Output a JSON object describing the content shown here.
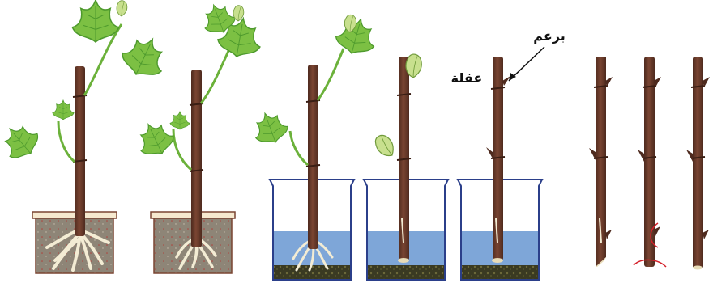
{
  "labels": {
    "bud": "برعم",
    "cutting": "عقلة"
  },
  "colors": {
    "stem": "#6b3a2a",
    "stem_dark": "#4e2a1e",
    "leaf": "#7cc043",
    "leaf_dark": "#4e9a2d",
    "soil": "#8b8275",
    "water": "#7ea6d8",
    "gravel": "#3d3a22",
    "root": "#f3ecd4",
    "cut_mark": "#d4202a"
  },
  "stages": [
    {
      "id": "potted-rooted-large"
    },
    {
      "id": "potted-rooted-small"
    },
    {
      "id": "water-rooted"
    },
    {
      "id": "water-callus-leaves"
    },
    {
      "id": "water-cutting"
    },
    {
      "id": "cutting-slanted-base"
    },
    {
      "id": "cutting-marked-cut"
    },
    {
      "id": "cutting-plain"
    }
  ]
}
